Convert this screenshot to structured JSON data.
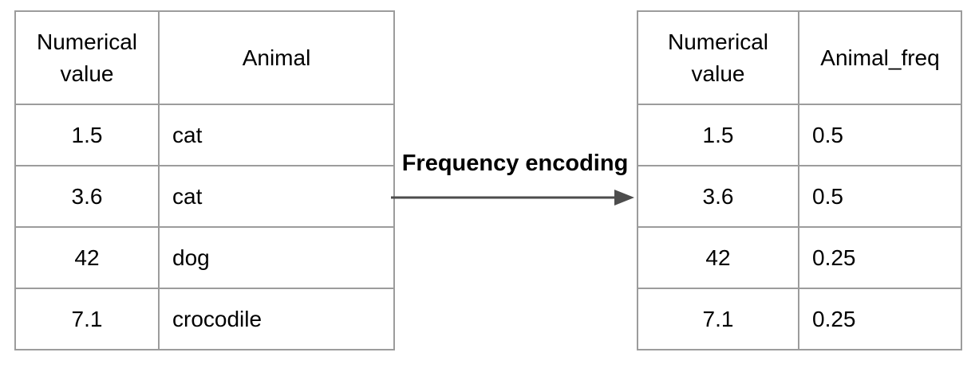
{
  "diagram": {
    "label": "Frequency encoding",
    "colors": {
      "border": "#9c9c9c",
      "arrow": "#4d4d4d",
      "text": "#000000",
      "background": "#ffffff"
    }
  },
  "source_table": {
    "headers": [
      "Numerical value",
      "Animal"
    ],
    "rows": [
      [
        "1.5",
        "cat"
      ],
      [
        "3.6",
        "cat"
      ],
      [
        "42",
        "dog"
      ],
      [
        "7.1",
        "crocodile"
      ]
    ]
  },
  "encoded_table": {
    "headers": [
      "Numerical value",
      "Animal_freq"
    ],
    "rows": [
      [
        "1.5",
        "0.5"
      ],
      [
        "3.6",
        "0.5"
      ],
      [
        "42",
        "0.25"
      ],
      [
        "7.1",
        "0.25"
      ]
    ]
  }
}
